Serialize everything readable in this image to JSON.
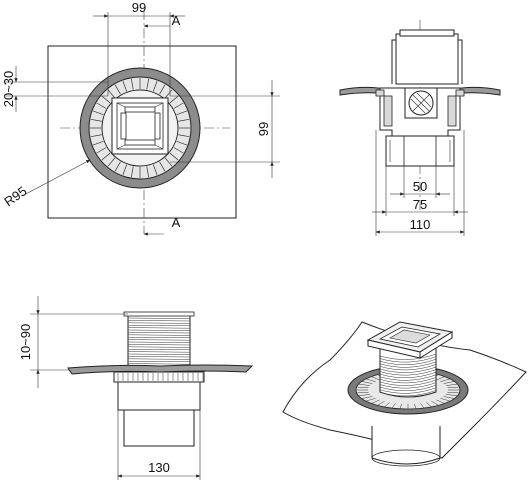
{
  "plan_view": {
    "dim_top_width": "99",
    "dim_right_height": "99",
    "dim_left_offset": "20~30",
    "radius_label": "R95",
    "section_mark_top": "A",
    "section_mark_bottom": "A"
  },
  "section_view": {
    "dim_inner_diameter": "50",
    "dim_mid_diameter": "75",
    "dim_outer_diameter": "110"
  },
  "side_view": {
    "dim_height_range": "10~90",
    "dim_flange_diameter": "130"
  }
}
